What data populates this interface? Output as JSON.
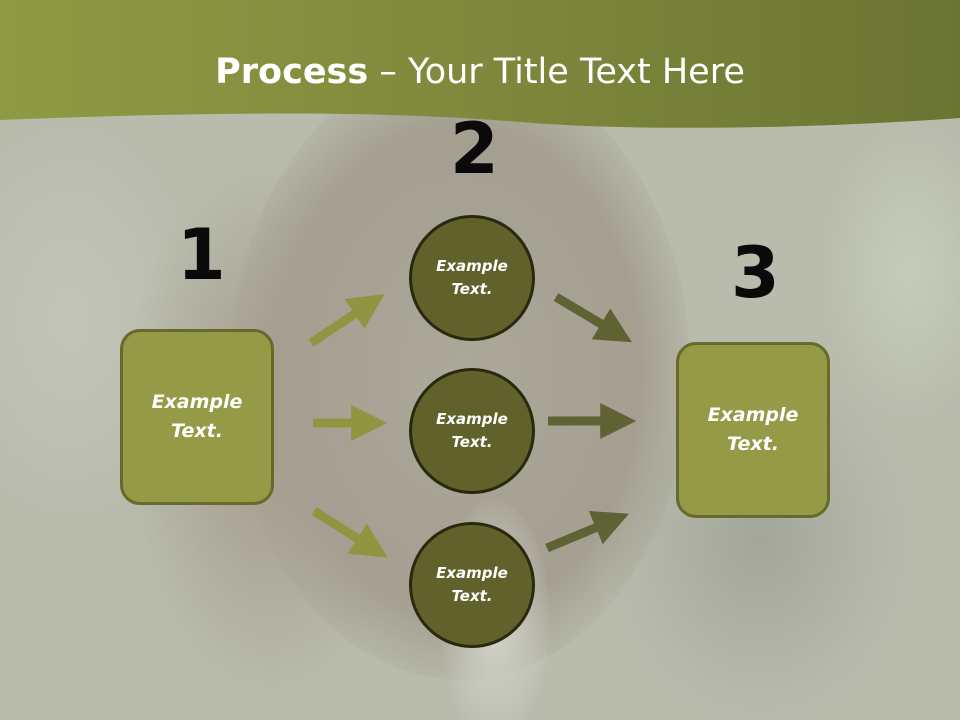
{
  "slide": {
    "title_bold": "Process",
    "title_rest": " – Your Title Text Here"
  },
  "steps": {
    "num1": "1",
    "num2": "2",
    "num3": "3"
  },
  "nodes": {
    "box1": "Example\nText.",
    "circle1": "Example\nText.",
    "circle2": "Example\nText.",
    "circle3": "Example\nText.",
    "box3": "Example\nText."
  },
  "colors": {
    "header": "#8e9641",
    "box_fill": "#949a45",
    "circle_fill": "#61622b",
    "arrow_light": "#8e9641",
    "arrow_dark": "#5f6232"
  }
}
